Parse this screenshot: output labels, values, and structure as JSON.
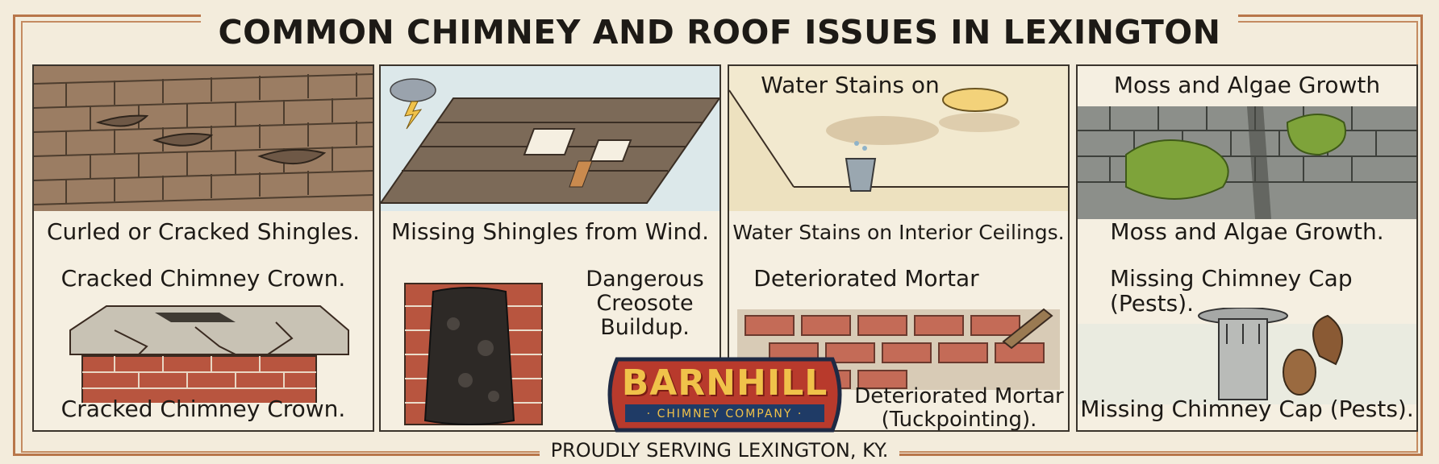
{
  "title": "COMMON CHIMNEY AND ROOF ISSUES IN LEXINGTON",
  "footer": "PROUDLY SERVING LEXINGTON, KY.",
  "brand": {
    "name": "BARNHILL",
    "tagline": "· CHIMNEY COMPANY ·"
  },
  "panels": [
    {
      "top_caption": "Curled or Cracked Shingles.",
      "mid_heading": "Cracked Chimney Crown.",
      "bottom_caption": "Cracked Chimney Crown."
    },
    {
      "top_caption": "Missing Shingles from Wind.",
      "side_caption": "Dangerous Creosote Buildup."
    },
    {
      "heading": "Water Stains on",
      "top_caption": "Water Stains on Interior Ceilings.",
      "mid_heading": "Deteriorated Mortar",
      "bottom_caption": "Deteriorated Mortar (Tuckpointing)."
    },
    {
      "heading": "Moss and Algae Growth",
      "top_caption": "Moss and Algae Growth.",
      "mid_heading": "Missing Chimney Cap (Pests).",
      "bottom_caption": "Missing Chimney Cap (Pests)."
    }
  ],
  "colors": {
    "border": "#b8764a",
    "brick": "#b8553f",
    "brand_red": "#b83a2c",
    "brand_gold": "#f0c24a",
    "moss": "#7ea33a"
  }
}
